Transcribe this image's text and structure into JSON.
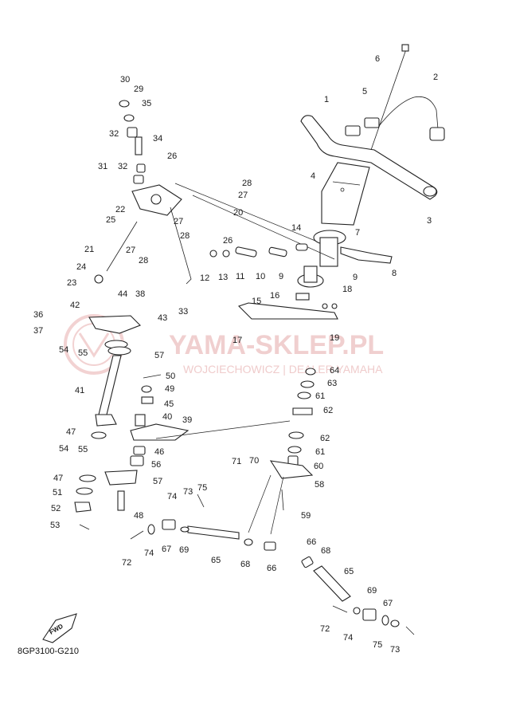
{
  "watermark": {
    "main": "YAMA-SKLEP.PL",
    "sub": "WOJCIECHOWICZ | DEALER YAMAHA"
  },
  "diagram_code": "8GP3100-G210",
  "fwd_label": "FWD",
  "callouts": [
    "1",
    "2",
    "3",
    "4",
    "5",
    "6",
    "7",
    "8",
    "9",
    "9",
    "10",
    "11",
    "12",
    "13",
    "14",
    "15",
    "16",
    "17",
    "18",
    "19",
    "20",
    "21",
    "22",
    "23",
    "24",
    "25",
    "26",
    "26",
    "27",
    "27",
    "27",
    "28",
    "28",
    "28",
    "29",
    "30",
    "31",
    "32",
    "32",
    "33",
    "34",
    "35",
    "36",
    "37",
    "38",
    "39",
    "40",
    "41",
    "42",
    "43",
    "44",
    "45",
    "46",
    "47",
    "47",
    "48",
    "49",
    "50",
    "51",
    "52",
    "53",
    "54",
    "54",
    "55",
    "55",
    "56",
    "57",
    "57",
    "58",
    "59",
    "60",
    "61",
    "61",
    "62",
    "62",
    "63",
    "64",
    "65",
    "65",
    "66",
    "66",
    "67",
    "67",
    "68",
    "68",
    "69",
    "69",
    "70",
    "71",
    "72",
    "72",
    "73",
    "73",
    "74",
    "74",
    "74",
    "75",
    "75"
  ]
}
